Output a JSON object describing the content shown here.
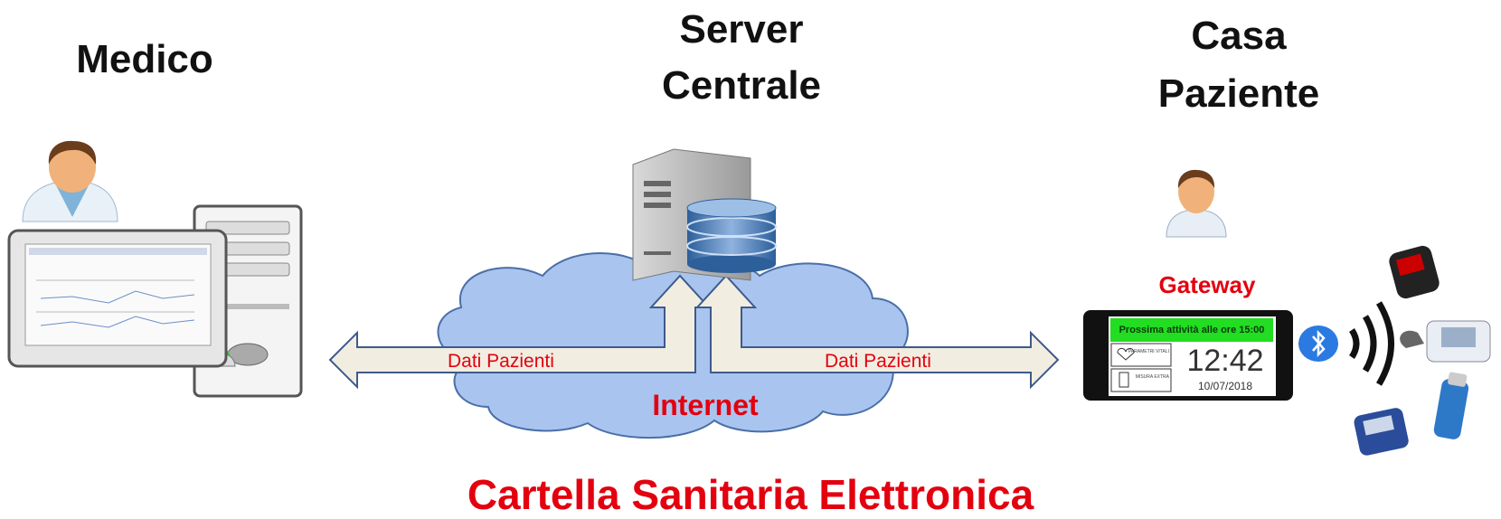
{
  "labels": {
    "doctor": "Medico",
    "server_line1": "Server",
    "server_line2": "Centrale",
    "home_line1": "Casa",
    "home_line2": "Paziente",
    "gateway": "Gateway",
    "internet": "Internet",
    "flow_left": "Dati Pazienti",
    "flow_right": "Dati Pazienti",
    "bottom_title": "Cartella Sanitaria Elettronica"
  },
  "tablet": {
    "banner": "Prossima attività alle ore 15:00",
    "time": "12:42",
    "date": "10/07/2018",
    "button1": "PARAMETRI VITALI",
    "button2": "MISURA EXTRA"
  },
  "icons": [
    "doctor-avatar-icon",
    "desktop-computer-icon",
    "server-database-icon",
    "cloud-icon",
    "patient-avatar-icon",
    "tablet-gateway-icon",
    "bluetooth-icon",
    "wireless-signal-icon",
    "oximeter-icon",
    "blood-pressure-monitor-icon",
    "spirometer-icon",
    "glucometer-icon"
  ],
  "colors": {
    "accent_red": "#e3000f",
    "cloud": "#a9c5ef",
    "arrow_fill": "#f0ece0",
    "bluetooth": "#2a7ae2"
  }
}
